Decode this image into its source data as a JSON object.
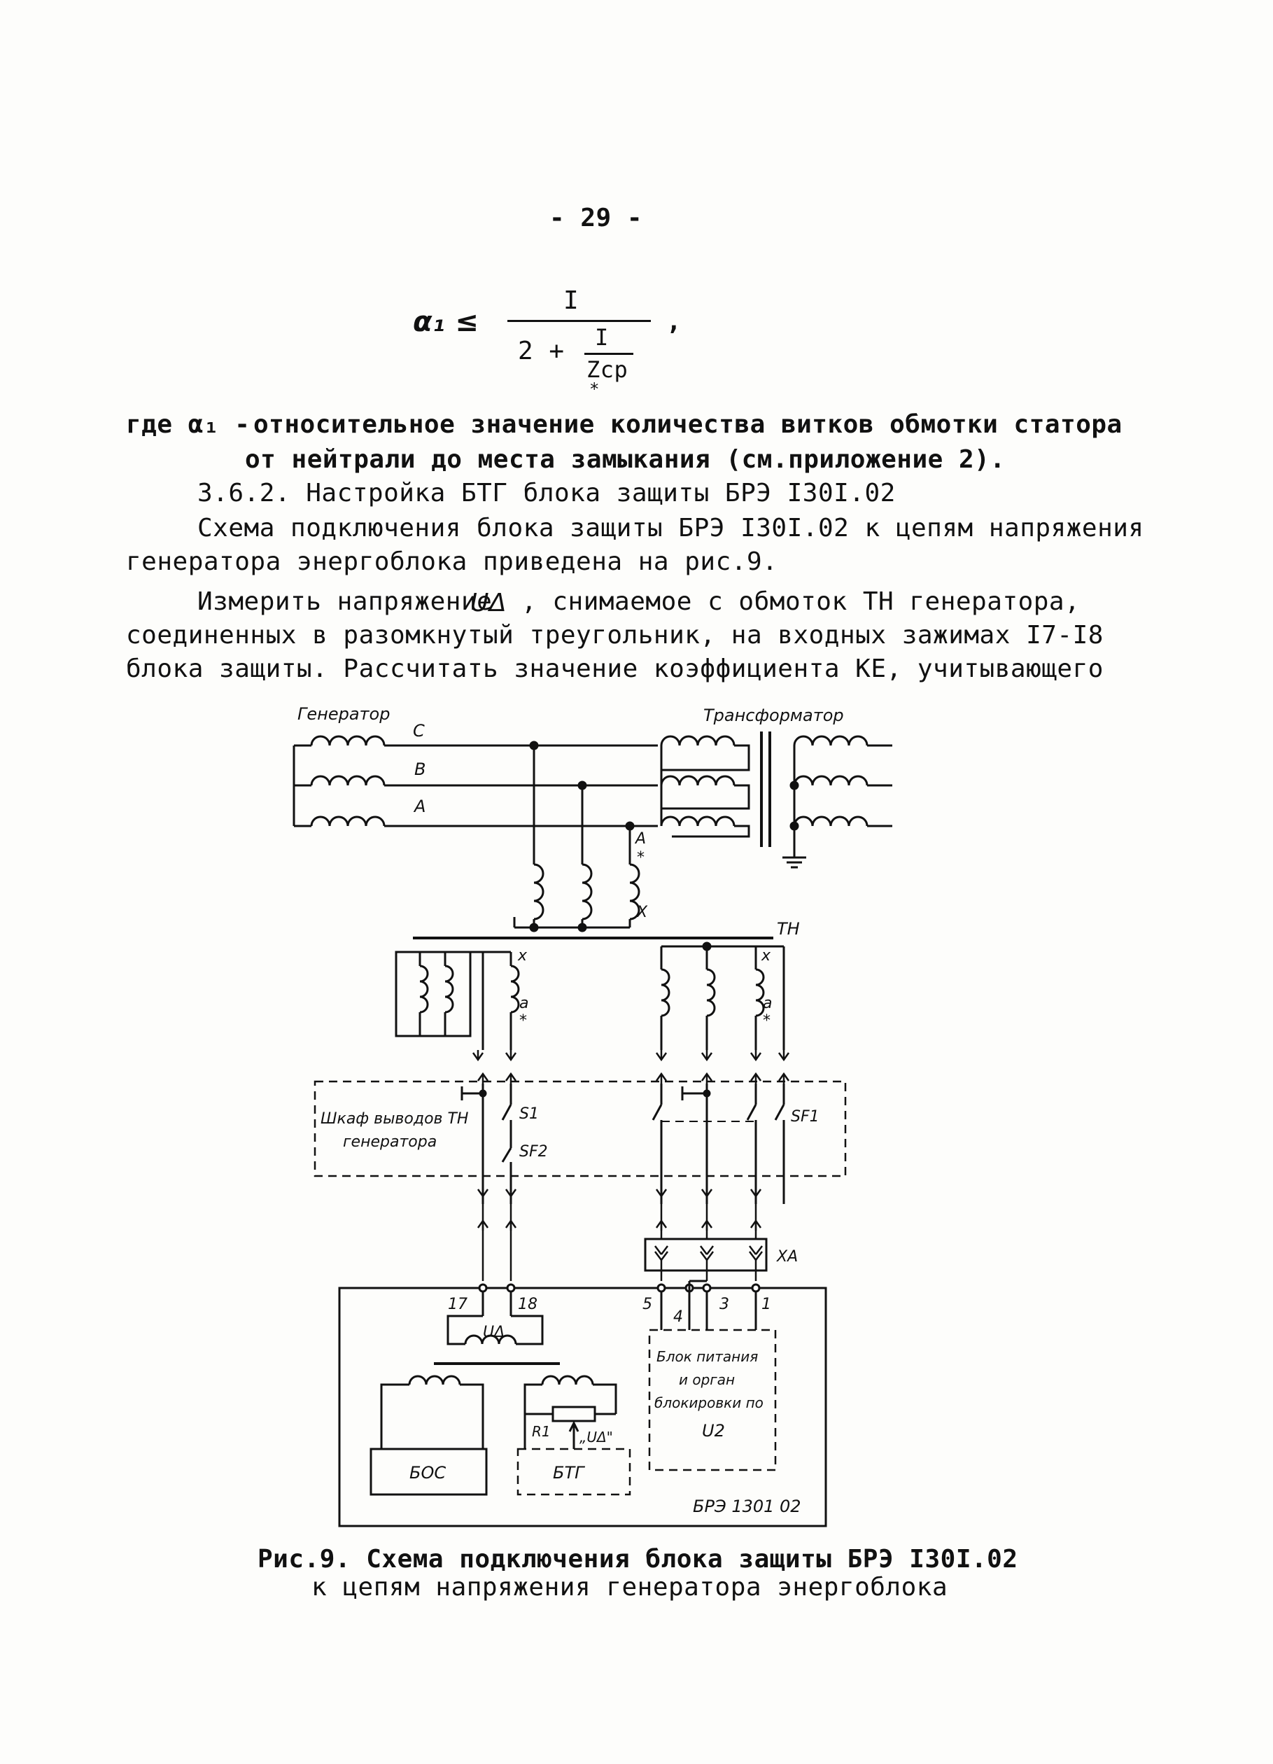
{
  "page_number": "- 29 -",
  "formula": {
    "lhs": "α₁ ≤",
    "numerator": "I",
    "denominator_left": "2 +",
    "inner_numerator": "I",
    "inner_denominator": "Zср",
    "inner_star": "*",
    "trailing": ","
  },
  "text": {
    "where_prefix": "где α₁ -",
    "where_line1": "относительное значение количества витков обмотки статора",
    "where_line2": "от нейтрали до места замыкания (см.приложение 2).",
    "section_heading": "3.6.2. Настройка БТГ блока защиты БРЭ I30I.02",
    "para1_line1": "Схема подключения блока защиты БРЭ I30I.02 к цепям напряжения",
    "para1_line2": "генератора энергоблока приведена на рис.9.",
    "para2_line1_a": "Измерить напряжение",
    "para2_line1_sym": "UΔ",
    "para2_line1_b": ", снимаемое с обмоток ТН генератора,",
    "para2_line2": "соединенных в разомкнутый треугольник, на входных зажимах I7-I8",
    "para2_line3": "блока защиты. Рассчитать значение коэффициента KE, учитывающего"
  },
  "diagram": {
    "generator": "Генератор",
    "transformer": "Трансформатор",
    "phase_c": "C",
    "phase_b": "B",
    "phase_a": "A",
    "vt_a": "A",
    "vt_star": "*",
    "vt_x": "X",
    "vt_label": "TH",
    "sec_x": "x",
    "sec_a": "a",
    "sec_star": "*",
    "sec_x2": "x",
    "sec_a2": "a",
    "sec_star2": "*",
    "cabinet_line1": "Шкаф выводов TH",
    "cabinet_line2": "генератора",
    "s1": "S1",
    "sf2": "SF2",
    "sf1": "SF1",
    "xa": "XA",
    "t17": "17",
    "t18": "18",
    "t5": "5",
    "t4": "4",
    "t3": "3",
    "t1": "1",
    "u_delta": "UΔ",
    "r1": "R1",
    "u_delta_q": "„UΔ\"",
    "bos": "БОС",
    "btg": "БТГ",
    "psu_line1": "Блок питания",
    "psu_line2": "и орган",
    "psu_line3": "блокировки по",
    "psu_line4": "U2",
    "bre": "БРЭ 1301 02"
  },
  "caption": {
    "line1": "Рис.9. Схема подключения блока защиты БРЭ I30I.02",
    "line2": "к цепям напряжения генератора энергоблока"
  }
}
